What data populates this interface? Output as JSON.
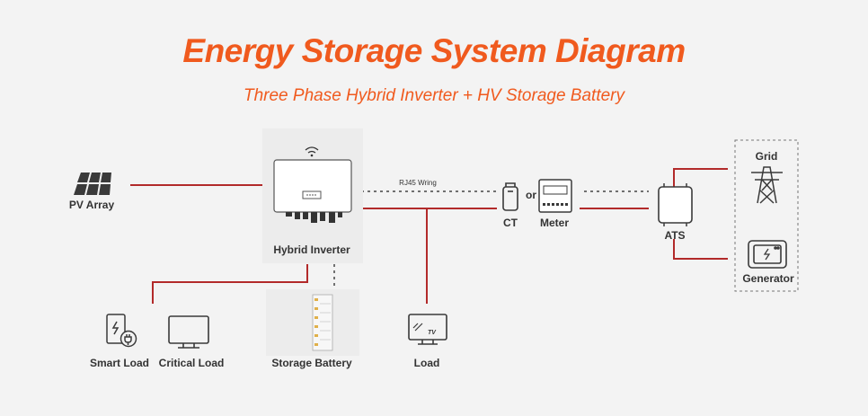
{
  "title": "Energy Storage System Diagram",
  "subtitle": "Three Phase Hybrid Inverter + HV Storage Battery",
  "labels": {
    "pv_array": "PV Array",
    "hybrid_inverter": "Hybrid Inverter",
    "rj45": "RJ45 Wring",
    "ct": "CT",
    "or": "or",
    "meter": "Meter",
    "ats": "ATS",
    "grid": "Grid",
    "generator": "Generator",
    "smart_load": "Smart Load",
    "critical_load": "Critical Load",
    "storage_battery": "Storage Battery",
    "load": "Load"
  },
  "colors": {
    "accent": "#f05a1e",
    "wire": "#b22a2a",
    "icon": "#3a3a3a"
  }
}
